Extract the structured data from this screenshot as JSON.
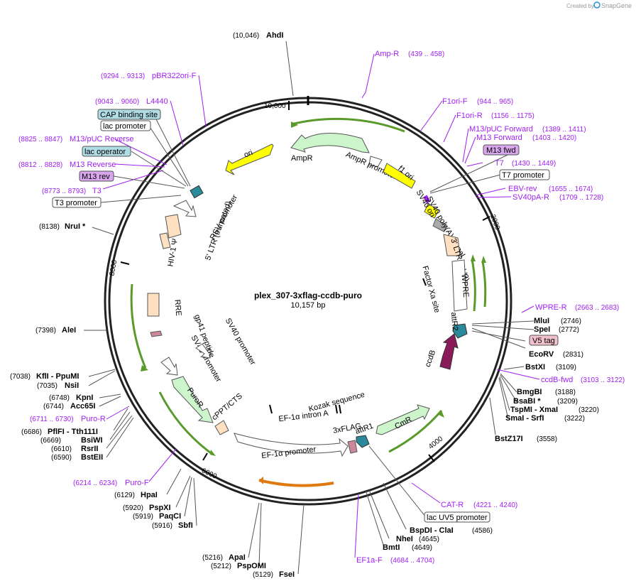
{
  "header": {
    "created_by": "Created by",
    "brand": "SnapGene"
  },
  "plasmid": {
    "name": "plex_307-3xflag-ccdb-puro",
    "size": "10,157 bp"
  },
  "ticks": [
    "10,000",
    "2000",
    "4000",
    "6000",
    "8000"
  ],
  "enzymes": [
    {
      "pos": "(10,046)",
      "name": "AhdI"
    },
    {
      "pos": "(8138)",
      "name": "NruI *"
    },
    {
      "pos": "(7398)",
      "name": "AleI"
    },
    {
      "pos": "(7038)",
      "name": "KflI  -  PpuMI"
    },
    {
      "pos": "(7035)",
      "name": "NsiI"
    },
    {
      "pos": "(6748)",
      "name": "KpnI"
    },
    {
      "pos": "(6744)",
      "name": "Acc65I"
    },
    {
      "pos": "(6686)",
      "name": "PflFI  -  Tth111I"
    },
    {
      "pos": "(6669)",
      "name": "BsiWI"
    },
    {
      "pos": "(6610)",
      "name": "RsrII"
    },
    {
      "pos": "(6590)",
      "name": "BstEII"
    },
    {
      "pos": "(6129)",
      "name": "HpaI"
    },
    {
      "pos": "(5920)",
      "name": "PspXI"
    },
    {
      "pos": "(5919)",
      "name": "PaqCI"
    },
    {
      "pos": "(5916)",
      "name": "SbfI"
    },
    {
      "pos": "(5216)",
      "name": "ApaI"
    },
    {
      "pos": "(5212)",
      "name": "PspOMI"
    },
    {
      "pos": "(5129)",
      "name": "FseI"
    },
    {
      "pos": "(2746)",
      "name": "MluI"
    },
    {
      "pos": "(2772)",
      "name": "SpeI"
    },
    {
      "pos": "(2831)",
      "name": "EcoRV"
    },
    {
      "pos": "(3109)",
      "name": "BstXI"
    },
    {
      "pos": "(3188)",
      "name": "BmgBI"
    },
    {
      "pos": "(3209)",
      "name": "BsaBI *"
    },
    {
      "pos": "(3220)",
      "name": "TspMI  -  XmaI"
    },
    {
      "pos": "(3222)",
      "name": "SmaI  -  SrfI"
    },
    {
      "pos": "(3558)",
      "name": "BstZ17I"
    },
    {
      "pos": "(4586)",
      "name": "BspDI  -  ClaI"
    },
    {
      "pos": "(4645)",
      "name": "NheI"
    },
    {
      "pos": "(4649)",
      "name": "BmtI"
    }
  ],
  "primers": [
    {
      "name": "Amp-R",
      "pos": "(439 .. 458)"
    },
    {
      "name": "F1ori-F",
      "pos": "(944 .. 965)"
    },
    {
      "name": "F1ori-R",
      "pos": "(1156 .. 1175)"
    },
    {
      "name": "M13/pUC Forward",
      "pos": "(1389 .. 1411)"
    },
    {
      "name": "M13 Forward",
      "pos": "(1403 .. 1420)"
    },
    {
      "name": "T7",
      "pos": "(1430 .. 1449)"
    },
    {
      "name": "EBV-rev",
      "pos": "(1655 .. 1674)"
    },
    {
      "name": "SV40pA-R",
      "pos": "(1709 .. 1728)"
    },
    {
      "name": "WPRE-R",
      "pos": "(2663 .. 2683)"
    },
    {
      "name": "ccdB-fwd",
      "pos": "(3103 .. 3122)"
    },
    {
      "name": "CAT-R",
      "pos": "(4221 .. 4240)"
    },
    {
      "name": "EF1a-F",
      "pos": "(4684 .. 4704)"
    },
    {
      "name": "Puro-F",
      "pos": "(6214 .. 6234)"
    },
    {
      "name": "Puro-R",
      "pos": "(6711 .. 6730)"
    },
    {
      "name": "T3",
      "pos": "(8773 .. 8793)"
    },
    {
      "name": "M13 Reverse",
      "pos": "(8812 .. 8828)"
    },
    {
      "name": "M13/pUC Reverse",
      "pos": "(8825 .. 8847)"
    },
    {
      "name": "L4440",
      "pos": "(9043 .. 9060)"
    },
    {
      "name": "pBR322ori-F",
      "pos": "(9294 .. 9313)"
    }
  ],
  "boxes": {
    "m13fwd": "M13 fwd",
    "t7prom": "T7 promoter",
    "v5": "V5 tag",
    "lacuv5": "lac UV5 promoter",
    "cap": "CAP binding site",
    "lacprom": "lac promoter",
    "lacop": "lac operator",
    "m13rev": "M13 rev",
    "t3prom": "T3 promoter"
  },
  "features": {
    "ori": "ori",
    "ampr": "AmpR",
    "amprprom": "AmpR promoter",
    "f1ori": "f1 ori",
    "sv40ori": "SV40 ori",
    "sv40pa": "SV40 poly(A) signal",
    "ltr3": "3' LTR (ΔU3)",
    "factorxa": "Factor Xa site",
    "wpre": "WPRE",
    "attr2": "attR2",
    "ccdb": "ccdB",
    "cmr": "CmR",
    "attr1": "attR1",
    "flag": "3xFLAG",
    "kozak": "Kozak sequence",
    "ef1aintron": "EF-1α intron A",
    "ef1aprom": "EF-1α promoter",
    "cppt": "cPPT/CTS",
    "puror": "PuroR",
    "sv40prom2": "SV40 promoter",
    "sv40prom1": "SV40 promoter",
    "gp41": "gp41 peptide",
    "rre": "RRE",
    "psi": "HIV-1 Ψ",
    "ltr5": "5' LTR (truncated)",
    "rsv": "RSV promoter"
  }
}
